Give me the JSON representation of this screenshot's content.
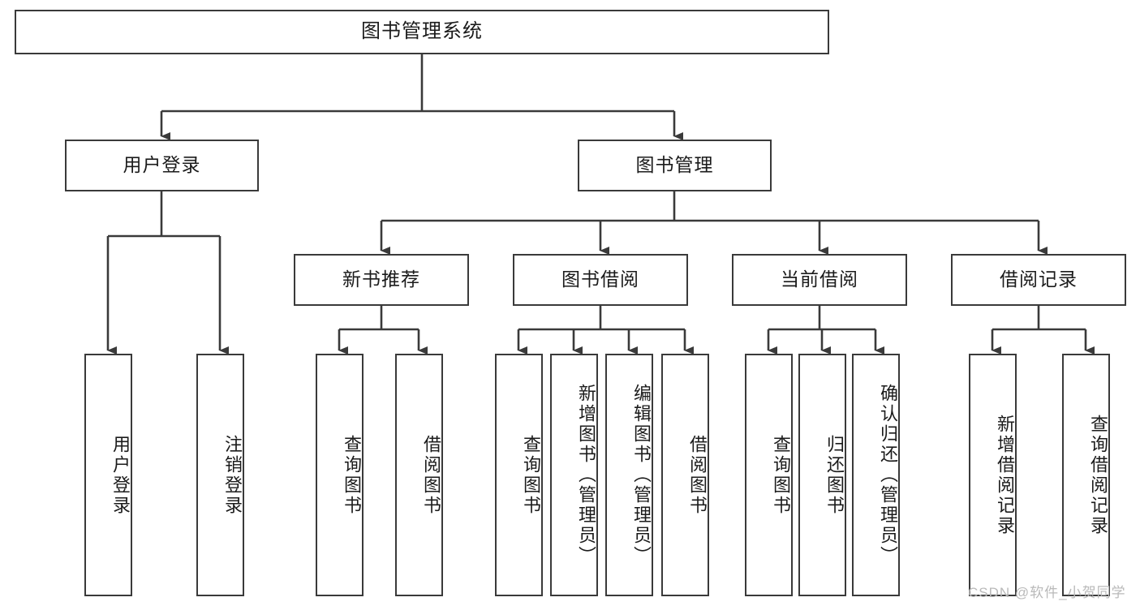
{
  "diagram": {
    "title": "图书管理系统",
    "type": "tree-hierarchy-chart",
    "watermark": "CSDN @软件_小贺同学",
    "colors": {
      "border": "#3a3a3a",
      "line": "#3a3a3a",
      "background": "#ffffff",
      "text": "#1b1b1b",
      "watermark": "#b9b9b9"
    }
  },
  "nodes": {
    "root": {
      "label": "图书管理系统"
    },
    "level2": [
      {
        "id": "user-login",
        "label": "用户登录"
      },
      {
        "id": "book-manage",
        "label": "图书管理"
      }
    ],
    "level3": [
      {
        "id": "new-book-recommend",
        "label": "新书推荐"
      },
      {
        "id": "book-borrow",
        "label": "图书借阅"
      },
      {
        "id": "current-borrow",
        "label": "当前借阅"
      },
      {
        "id": "borrow-record",
        "label": "借阅记录"
      }
    ],
    "leaves": [
      {
        "id": "leaf-user-login",
        "label": "用户登录",
        "parent": "user-login"
      },
      {
        "id": "leaf-logout-login",
        "label": "注销登录",
        "parent": "user-login"
      },
      {
        "id": "leaf-query-book-1",
        "label": "查询图书",
        "parent": "new-book-recommend"
      },
      {
        "id": "leaf-borrow-book-1",
        "label": "借阅图书",
        "parent": "new-book-recommend"
      },
      {
        "id": "leaf-query-book-2",
        "label": "查询图书",
        "parent": "book-borrow"
      },
      {
        "id": "leaf-add-book",
        "label": "新增图书（管理员）",
        "parent": "book-borrow"
      },
      {
        "id": "leaf-edit-book",
        "label": "编辑图书（管理员）",
        "parent": "book-borrow"
      },
      {
        "id": "leaf-borrow-book-2",
        "label": "借阅图书",
        "parent": "book-borrow"
      },
      {
        "id": "leaf-query-book-3",
        "label": "查询图书",
        "parent": "current-borrow"
      },
      {
        "id": "leaf-return-book",
        "label": "归还图书",
        "parent": "current-borrow"
      },
      {
        "id": "leaf-confirm-return",
        "label": "确认归还（管理员）",
        "parent": "current-borrow"
      },
      {
        "id": "leaf-add-record",
        "label": "新增借阅记录",
        "parent": "borrow-record"
      },
      {
        "id": "leaf-query-record",
        "label": "查询借阅记录",
        "parent": "borrow-record"
      }
    ]
  }
}
